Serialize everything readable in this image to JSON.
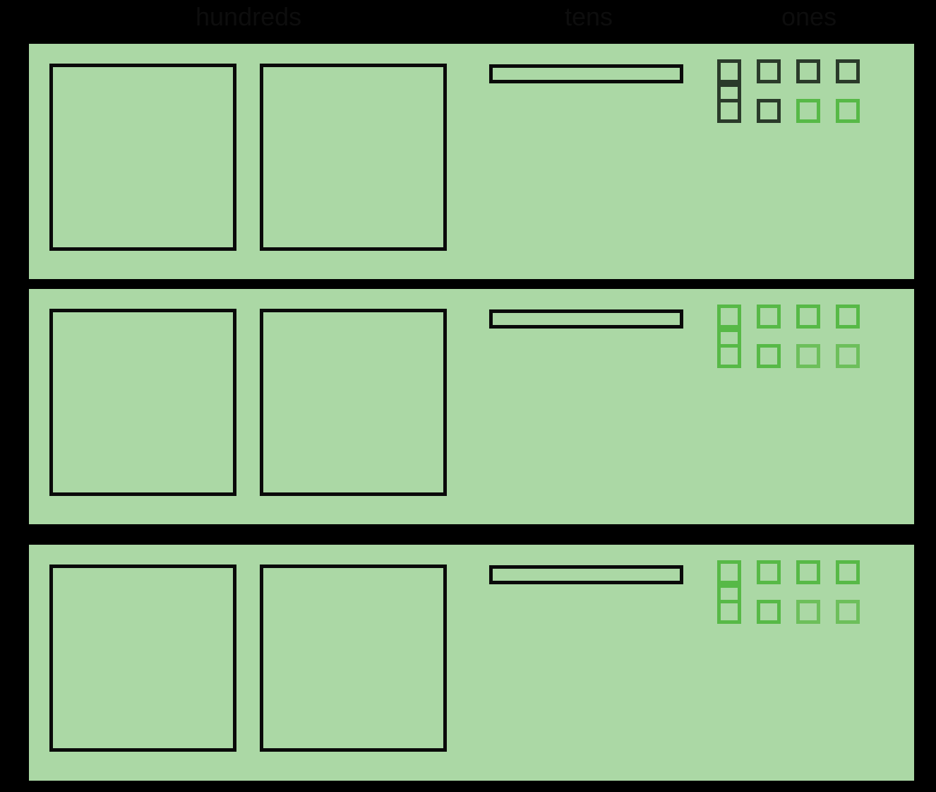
{
  "headers": {
    "hundreds": "hundreds",
    "tens": "tens",
    "ones": "ones"
  },
  "colors": {
    "background": "#000000",
    "panel_green": "#abd8a5",
    "block_outline_black": "#0a0a0a",
    "unit_dark": "#2a3a2a",
    "unit_green": "#57b947",
    "unit_green_soft": "#6dbf5b",
    "label_text": "#0d0d0d"
  },
  "chart_data": {
    "type": "table",
    "title": "",
    "columns": [
      "hundreds",
      "tens",
      "ones"
    ],
    "rows": [
      {
        "hundreds": 2,
        "tens": 1,
        "ones": 9
      },
      {
        "hundreds": 2,
        "tens": 1,
        "ones": 9
      },
      {
        "hundreds": 2,
        "tens": 1,
        "ones": 9
      }
    ],
    "values": [
      219,
      219,
      219
    ]
  },
  "rows": [
    {
      "id": "row-1",
      "hundreds": [
        {
          "id": "hundred-flat-1"
        },
        {
          "id": "hundred-flat-2"
        }
      ],
      "tens": [
        {
          "id": "ten-rod-1"
        }
      ],
      "ones_lines": [
        {
          "units": [
            {
              "style": "dark"
            },
            {
              "style": "dark"
            },
            {
              "style": "dark"
            },
            {
              "style": "dark"
            },
            {
              "style": "dark"
            }
          ]
        },
        {
          "units": [
            {
              "style": "dark"
            },
            {
              "style": "dark"
            },
            {
              "style": "green"
            },
            {
              "style": "green"
            }
          ]
        }
      ]
    },
    {
      "id": "row-2",
      "hundreds": [
        {
          "id": "hundred-flat-1"
        },
        {
          "id": "hundred-flat-2"
        }
      ],
      "tens": [
        {
          "id": "ten-rod-1"
        }
      ],
      "ones_lines": [
        {
          "units": [
            {
              "style": "green"
            },
            {
              "style": "green"
            },
            {
              "style": "green"
            },
            {
              "style": "green"
            },
            {
              "style": "green"
            }
          ]
        },
        {
          "units": [
            {
              "style": "green"
            },
            {
              "style": "green"
            },
            {
              "style": "green-soft"
            },
            {
              "style": "green-soft"
            }
          ]
        }
      ]
    },
    {
      "id": "row-3",
      "hundreds": [
        {
          "id": "hundred-flat-1"
        },
        {
          "id": "hundred-flat-2"
        }
      ],
      "tens": [
        {
          "id": "ten-rod-1"
        }
      ],
      "ones_lines": [
        {
          "units": [
            {
              "style": "green"
            },
            {
              "style": "green"
            },
            {
              "style": "green"
            },
            {
              "style": "green"
            },
            {
              "style": "green"
            }
          ]
        },
        {
          "units": [
            {
              "style": "green"
            },
            {
              "style": "green"
            },
            {
              "style": "green-soft"
            },
            {
              "style": "green-soft"
            }
          ]
        }
      ]
    }
  ]
}
